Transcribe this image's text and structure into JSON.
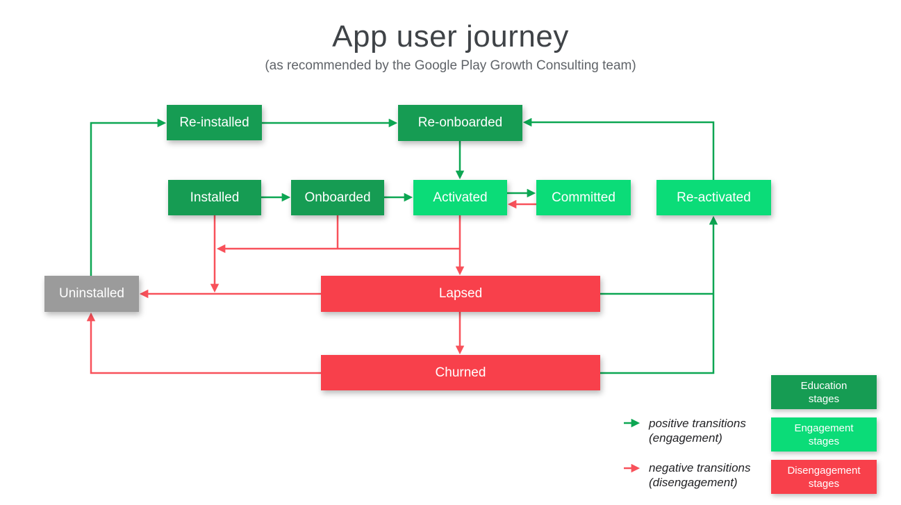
{
  "header": {
    "title": "App user journey",
    "subtitle": "(as recommended by the Google Play Growth Consulting team)"
  },
  "colors": {
    "education_stage": "#169c53",
    "engagement_stage": "#0bdc78",
    "disengagement_stage": "#f8404b",
    "uninstalled_stage": "#9b9b9b",
    "positive_arrow": "#0ca652",
    "negative_arrow": "#f8515a"
  },
  "nodes": {
    "reinstalled": {
      "label": "Re-installed",
      "stage_type": "education"
    },
    "reonboarded": {
      "label": "Re-onboarded",
      "stage_type": "education"
    },
    "installed": {
      "label": "Installed",
      "stage_type": "education"
    },
    "onboarded": {
      "label": "Onboarded",
      "stage_type": "education"
    },
    "activated": {
      "label": "Activated",
      "stage_type": "engagement"
    },
    "committed": {
      "label": "Committed",
      "stage_type": "engagement"
    },
    "reactivated": {
      "label": "Re-activated",
      "stage_type": "engagement"
    },
    "uninstalled": {
      "label": "Uninstalled",
      "stage_type": "uninstalled"
    },
    "lapsed": {
      "label": "Lapsed",
      "stage_type": "disengagement"
    },
    "churned": {
      "label": "Churned",
      "stage_type": "disengagement"
    }
  },
  "edges": [
    {
      "from": "Uninstalled",
      "to": "Re-installed",
      "type": "positive"
    },
    {
      "from": "Re-installed",
      "to": "Re-onboarded",
      "type": "positive"
    },
    {
      "from": "Re-onboarded",
      "to": "Activated",
      "type": "positive"
    },
    {
      "from": "Installed",
      "to": "Onboarded",
      "type": "positive"
    },
    {
      "from": "Onboarded",
      "to": "Activated",
      "type": "positive"
    },
    {
      "from": "Activated",
      "to": "Committed",
      "type": "positive"
    },
    {
      "from": "Lapsed",
      "to": "Re-activated",
      "type": "positive"
    },
    {
      "from": "Churned",
      "to": "Re-activated",
      "type": "positive"
    },
    {
      "from": "Re-activated",
      "to": "Re-onboarded",
      "type": "positive"
    },
    {
      "from": "Committed",
      "to": "Activated",
      "type": "negative"
    },
    {
      "from": "Activated",
      "to": "Lapsed",
      "type": "negative"
    },
    {
      "from": "Installed",
      "to": "Uninstalled",
      "type": "negative"
    },
    {
      "from": "Onboarded",
      "to": "Uninstalled",
      "type": "negative"
    },
    {
      "from": "Lapsed",
      "to": "Uninstalled",
      "type": "negative"
    },
    {
      "from": "Lapsed",
      "to": "Churned",
      "type": "negative"
    },
    {
      "from": "Churned",
      "to": "Uninstalled",
      "type": "negative"
    }
  ],
  "legend": {
    "positive": {
      "line1": "positive transitions",
      "line2": "(engagement)"
    },
    "negative": {
      "line1": "negative transitions",
      "line2": "(disengagement)"
    },
    "stages": [
      {
        "line1": "Education",
        "line2": "stages",
        "type": "education"
      },
      {
        "line1": "Engagement",
        "line2": "stages",
        "type": "engagement"
      },
      {
        "line1": "Disengagement",
        "line2": "stages",
        "type": "disengagement"
      }
    ]
  }
}
